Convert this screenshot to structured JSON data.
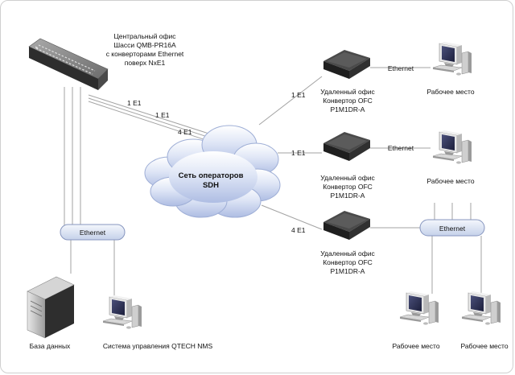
{
  "central_office": [
    "Центральный офис",
    "Шасси QMB-PR16A",
    "с конверторами Ethernet",
    "поверх NxE1"
  ],
  "links": {
    "c1": "1 E1",
    "c2": "1 E1",
    "c3": "4 E1",
    "r1": "1 E1",
    "r2": "1 E1",
    "r3": "4 E1"
  },
  "cloud_label": [
    "Сеть операторов",
    "SDH"
  ],
  "remote_offices": [
    {
      "lines": [
        "Удаленный офис",
        "Конвертор OFC",
        "P1M1DR-A"
      ],
      "ethernet": "Ethernet",
      "workstation": "Рабочее место"
    },
    {
      "lines": [
        "Удаленный офис",
        "Конвертор OFC",
        "P1M1DR-A"
      ],
      "ethernet": "Ethernet",
      "workstation": "Рабочее место"
    },
    {
      "lines": [
        "Удаленный офис",
        "Конвертор OFC",
        "P1M1DR-A"
      ],
      "ethernet": "Ethernet",
      "workstations": [
        "Рабочее место",
        "Рабочее место"
      ]
    }
  ],
  "left_bus": "Ethernet",
  "database": "База данных",
  "nms": "Система управления QTECH NMS",
  "icons": {
    "chassis": "network-chassis-icon",
    "converter": "converter-box-icon",
    "workstation": "workstation-computer-icon",
    "server": "server-tower-icon",
    "cloud": "network-cloud-icon"
  },
  "colors": {
    "bus_fill": "#d9e2f3",
    "bus_stroke": "#7e8db5",
    "cloud_fill": "#c9d5ee",
    "line": "#9a9a9a"
  }
}
